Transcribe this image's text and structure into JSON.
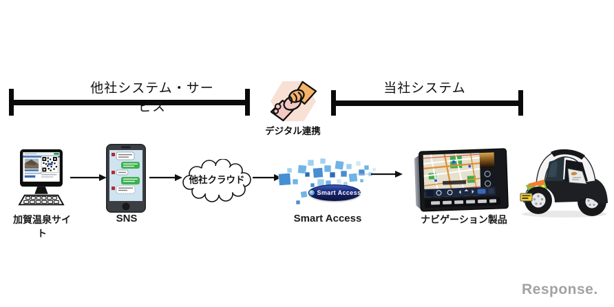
{
  "bands": {
    "left_label": "他社システム・サービス",
    "right_label": "当社システム"
  },
  "handshake": {
    "label": "デジタル連携"
  },
  "flow": {
    "nodes": [
      {
        "id": "kaga-onsen-site",
        "label": "加賀温泉サイト"
      },
      {
        "id": "sns",
        "label": "SNS"
      },
      {
        "id": "other-company-cloud",
        "label": "他社クラウド"
      },
      {
        "id": "smart-access",
        "label": "Smart Access",
        "logo_text": "Smart Access"
      },
      {
        "id": "navigation-product",
        "label": "ナビゲーション製品"
      },
      {
        "id": "ev-car",
        "label": ""
      }
    ]
  },
  "watermark": {
    "text": "Response."
  },
  "colors": {
    "band_black": "#0a0a0a",
    "handshake_hand_pink": "#f3c8c4",
    "handshake_hand_orange": "#f5b36a",
    "phone_screen_blue": "#cfe3f0",
    "chat_green": "#3db14e",
    "chat_avatar_red": "#b5293a",
    "smart_access_navy": "#17246e",
    "cube_blue": "#5ba3dc",
    "map_beige": "#e6e0ce",
    "map_green": "#3fae4e",
    "map_road_orange": "#e09238",
    "car_green": "#7cc142",
    "car_orange": "#f08030",
    "plate_yellow": "#f2cf2a",
    "watermark_gray": "#a2a2a4"
  }
}
